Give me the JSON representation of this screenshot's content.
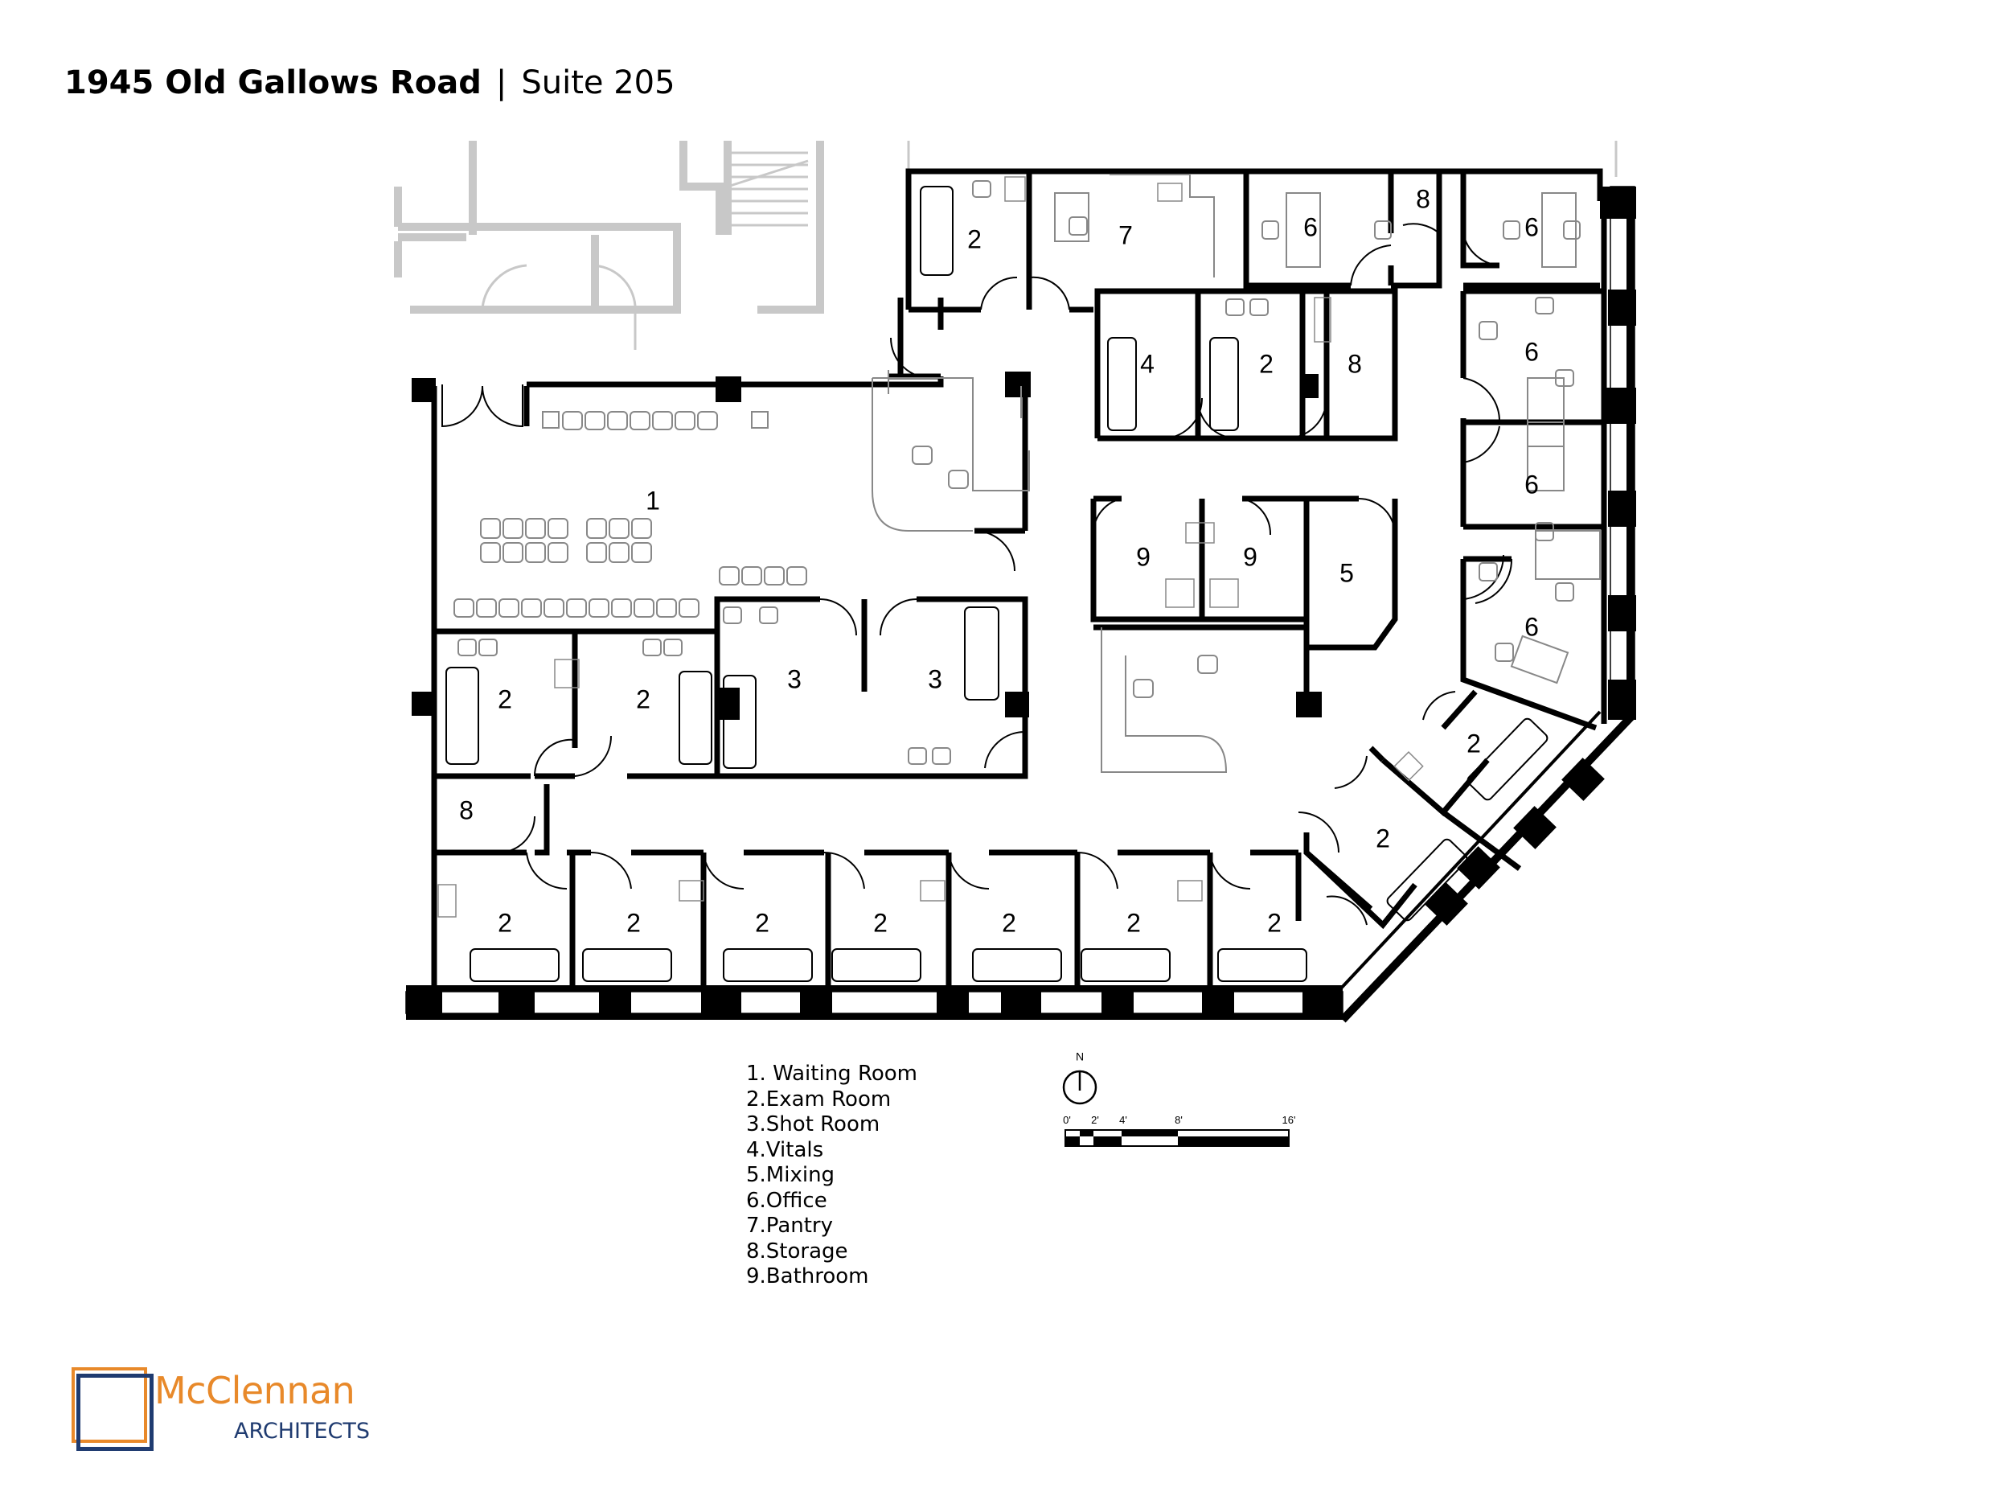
{
  "header": {
    "address": "1945 Old Gallows Road",
    "separator": "|",
    "suite": "Suite 205"
  },
  "room_labels": [
    {
      "id": "waiting",
      "text": "1"
    },
    {
      "id": "exam-nw",
      "text": "2"
    },
    {
      "id": "pantry",
      "text": "7"
    },
    {
      "id": "office-n1",
      "text": "6"
    },
    {
      "id": "storage-n",
      "text": "8"
    },
    {
      "id": "office-n2",
      "text": "6"
    },
    {
      "id": "vitals",
      "text": "4"
    },
    {
      "id": "exam-n",
      "text": "2"
    },
    {
      "id": "storage-n2",
      "text": "8"
    },
    {
      "id": "office-e1",
      "text": "6"
    },
    {
      "id": "office-e2",
      "text": "6"
    },
    {
      "id": "office-e3",
      "text": "6"
    },
    {
      "id": "bath-1",
      "text": "9"
    },
    {
      "id": "bath-2",
      "text": "9"
    },
    {
      "id": "mixing",
      "text": "5"
    },
    {
      "id": "exam-w1",
      "text": "2"
    },
    {
      "id": "exam-w2",
      "text": "2"
    },
    {
      "id": "shot-1",
      "text": "3"
    },
    {
      "id": "shot-2",
      "text": "3"
    },
    {
      "id": "storage-w",
      "text": "8"
    },
    {
      "id": "exam-ne-diag",
      "text": "2"
    },
    {
      "id": "exam-se-diag",
      "text": "2"
    },
    {
      "id": "exam-s1",
      "text": "2"
    },
    {
      "id": "exam-s2",
      "text": "2"
    },
    {
      "id": "exam-s3",
      "text": "2"
    },
    {
      "id": "exam-s4",
      "text": "2"
    },
    {
      "id": "exam-s5",
      "text": "2"
    },
    {
      "id": "exam-s6",
      "text": "2"
    },
    {
      "id": "exam-s7",
      "text": "2"
    }
  ],
  "legend": [
    "1. Waiting Room",
    "2.Exam Room",
    "3.Shot Room",
    "4.Vitals",
    "5.Mixing",
    "6.Office",
    "7.Pantry",
    "8.Storage",
    "9.Bathroom"
  ],
  "north_arrow": {
    "label": "N"
  },
  "scale_bar": {
    "ticks": [
      "0'",
      "2'",
      "4'",
      "8'",
      "16'"
    ]
  },
  "logo": {
    "name": "McClennan",
    "subtitle": "ARCHITECTS",
    "orange": "#e8892a",
    "blue": "#1f3b70"
  }
}
